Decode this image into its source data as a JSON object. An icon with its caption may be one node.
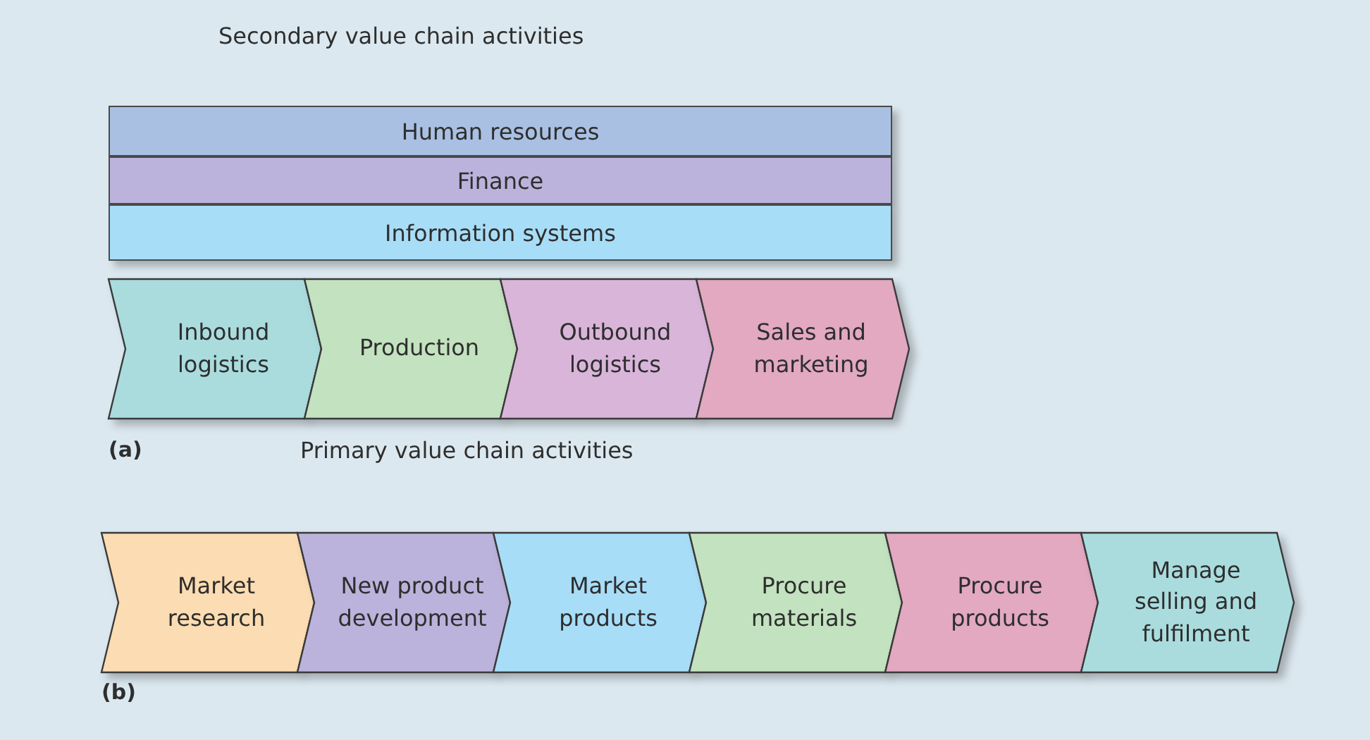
{
  "diagram": {
    "nodes": [
      {
        "text": [
          "Human resources"
        ]
      },
      {
        "text": [
          "Finance"
        ]
      },
      {
        "text": [
          "Information systems"
        ]
      },
      {
        "text": [
          "Inbound logistics"
        ]
      },
      {
        "text": [
          "Production"
        ]
      },
      {
        "text": [
          "Outbound logistics"
        ]
      },
      {
        "text": [
          "Sales and marketing"
        ]
      },
      {
        "text": [
          "Market research"
        ]
      },
      {
        "text": [
          "New product development"
        ]
      },
      {
        "text": [
          "Market products"
        ]
      },
      {
        "text": [
          "Procure materials"
        ]
      },
      {
        "text": [
          "Procure products"
        ]
      },
      {
        "text": [
          "Manage selling and fulfilment"
        ]
      }
    ],
    "labels": [
      "Secondary value chain activities",
      "(a)",
      "Primary value chain activities",
      "(b)"
    ]
  }
}
